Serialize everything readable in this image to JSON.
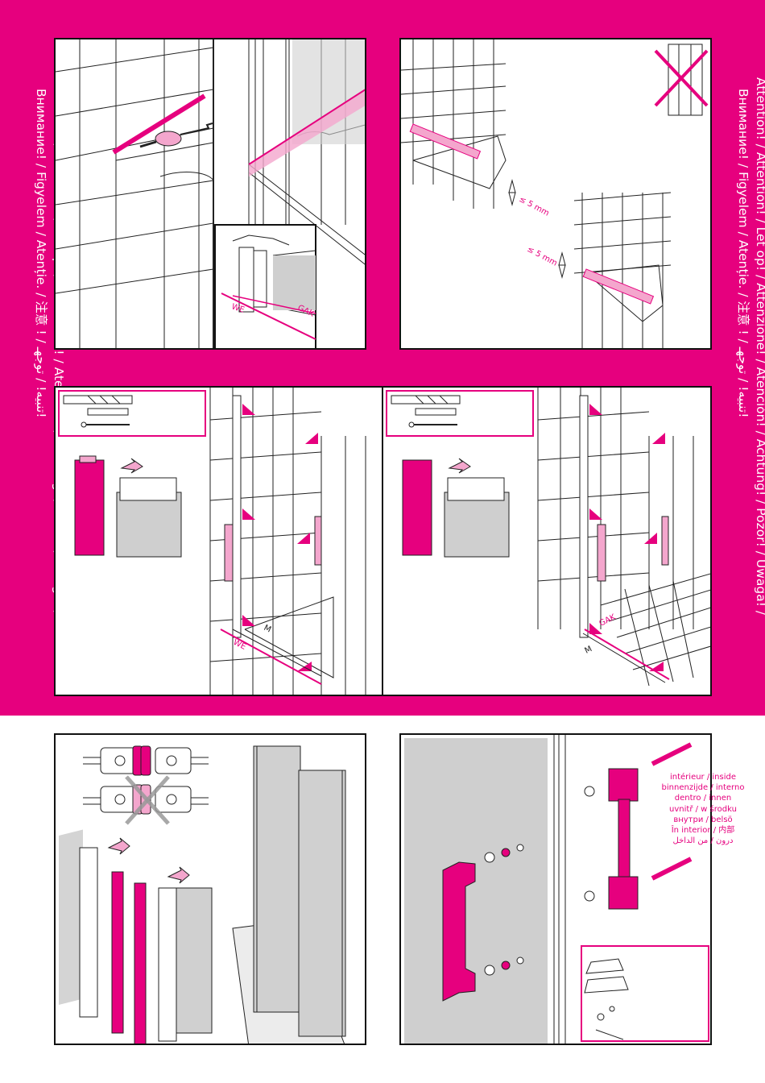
{
  "warning_text": {
    "line1": "Attention! / Attention! / Let op! / Attenzione! / Atención! / Achtung! / Pozor! / Uwaga! /",
    "line2": "Внимание! / Figyelem / Atenție. / 注意 ! / تنبيه! / توجهـ!"
  },
  "labels": {
    "we": "WE",
    "gak": "GAK",
    "m": "M",
    "gap_left": "≤ 5 mm",
    "gap_right": "≤ 5 mm"
  },
  "inside_label": {
    "l1": "intérieur / inside",
    "l2": "binnenzijde / interno",
    "l3": "dentro / innen",
    "l4": "uvnitř / w środku",
    "l5": "внутри / belsö",
    "l6": "În interior / 内部",
    "l7": "درون / من الداخل"
  },
  "colors": {
    "accent": "#e6007e",
    "accent_light": "#f4a6cd",
    "line": "#222222",
    "glass": "#bdbdbd"
  },
  "icons": [
    "drill-bit-icon",
    "wall-plug-icon",
    "screw-icon",
    "not-allowed-cross-icon",
    "arrow-icon"
  ]
}
